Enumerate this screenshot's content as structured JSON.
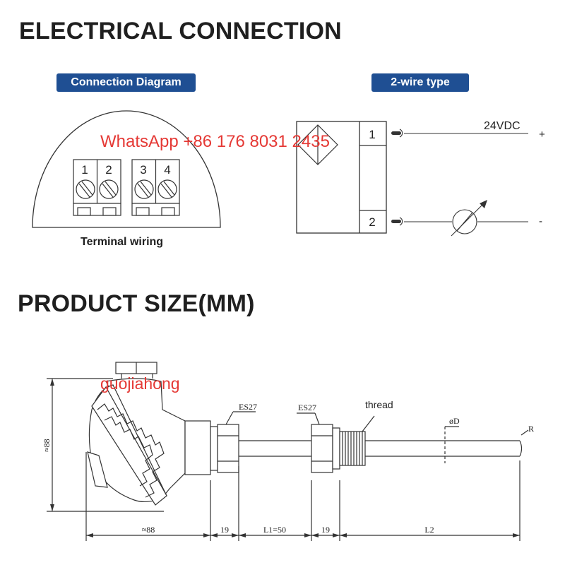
{
  "headings": {
    "electrical": "ELECTRICAL CONNECTION",
    "product_size": "PRODUCT SIZE(MM)"
  },
  "badges": {
    "connection_diagram": "Connection Diagram",
    "two_wire": "2-wire type"
  },
  "terminal": {
    "caption": "Terminal wiring",
    "numbers": [
      "1",
      "2",
      "3",
      "4"
    ]
  },
  "wiring": {
    "pin1": "1",
    "pin2": "2",
    "supply": "24VDC",
    "plus": "+",
    "minus": "-"
  },
  "dimensions": {
    "height": "≈88",
    "head_width": "≈88",
    "hex_seg": "19",
    "l1": "L1=50",
    "hex_seg2": "19",
    "l2": "L2",
    "es1": "ES27",
    "es2": "ES27",
    "thread": "thread",
    "diameter": "øD",
    "radius": "R"
  },
  "watermarks": {
    "contact": "WhatsApp +86 176 8031 2435",
    "brand": "guojiahong"
  },
  "colors": {
    "badge": "#1f4f93",
    "watermark": "#e53935",
    "line": "#333333"
  }
}
